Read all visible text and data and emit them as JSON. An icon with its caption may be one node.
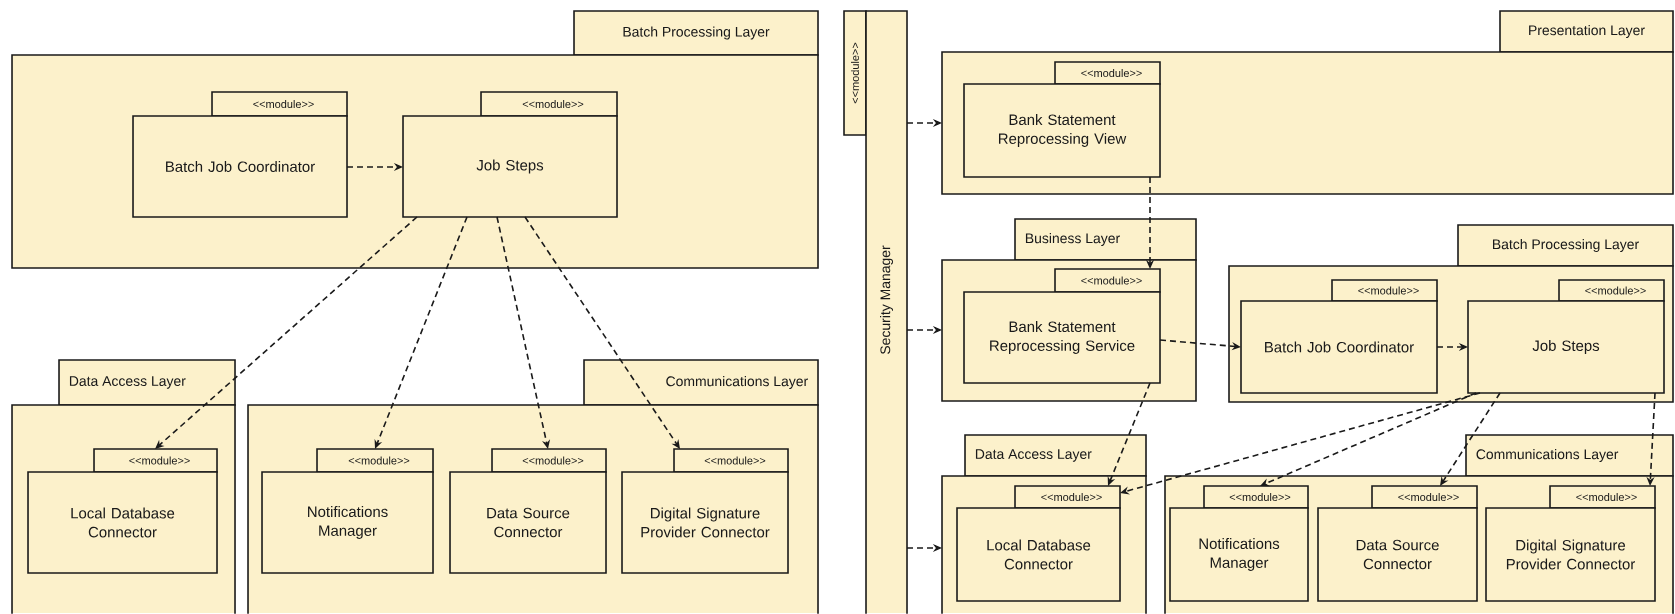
{
  "diagram": {
    "nodes": [
      {
        "text": [
          "Batch Processing Layer"
        ]
      },
      {
        "text": [
          "<<module>>",
          "Batch Job Coordinator"
        ],
        "in": 0
      },
      {
        "text": [
          "<<module>>",
          "Job Steps"
        ],
        "in": 0
      },
      {
        "text": [
          "Data Access Layer"
        ]
      },
      {
        "text": [
          "<<module>>",
          "Local Database Connector"
        ],
        "in": 3
      },
      {
        "text": [
          "Communications Layer"
        ]
      },
      {
        "text": [
          "<<module>>",
          "Notifications Manager"
        ],
        "in": 5
      },
      {
        "text": [
          "<<module>>",
          "Data Source Connector"
        ],
        "in": 5
      },
      {
        "text": [
          "<<module>>",
          "Digital Signature Provider Connector"
        ],
        "in": 5
      },
      {
        "text": [
          "<<module>>",
          "Security Manager"
        ]
      },
      {
        "text": [
          "Presentation Layer"
        ]
      },
      {
        "text": [
          "<<module>>",
          "Bank Statement Reprocessing View"
        ],
        "in": 10
      },
      {
        "text": [
          "Business Layer"
        ]
      },
      {
        "text": [
          "<<module>>",
          "Bank Statement Reprocessing Service"
        ],
        "in": 12
      },
      {
        "text": [
          "Batch Processing Layer"
        ]
      },
      {
        "text": [
          "<<module>>",
          "Batch Job Coordinator"
        ],
        "in": 14
      },
      {
        "text": [
          "<<module>>",
          "Job Steps"
        ],
        "in": 14
      },
      {
        "text": [
          "Data Access Layer"
        ]
      },
      {
        "text": [
          "<<module>>",
          "Local Database Connector"
        ],
        "in": 17
      },
      {
        "text": [
          "Communications Layer"
        ]
      },
      {
        "text": [
          "<<module>>",
          "Notifications Manager"
        ],
        "in": 19
      },
      {
        "text": [
          "<<module>>",
          "Data Source Connector"
        ],
        "in": 19
      },
      {
        "text": [
          "<<module>>",
          "Digital Signature Provider Connector"
        ],
        "in": 19
      }
    ],
    "edges": [
      {
        "from": 1,
        "to": 2,
        "arrow": "to",
        "style": "dashed"
      },
      {
        "from": 2,
        "to": 4,
        "arrow": "to",
        "style": "dashed"
      },
      {
        "from": 2,
        "to": 6,
        "arrow": "to",
        "style": "dashed"
      },
      {
        "from": 2,
        "to": 7,
        "arrow": "to",
        "style": "dashed"
      },
      {
        "from": 2,
        "to": 8,
        "arrow": "to",
        "style": "dashed"
      },
      {
        "from": 9,
        "to": 10,
        "arrow": "to",
        "style": "dashed"
      },
      {
        "from": 9,
        "to": 12,
        "arrow": "to",
        "style": "dashed"
      },
      {
        "from": 9,
        "to": 17,
        "arrow": "to",
        "style": "dashed"
      },
      {
        "from": 11,
        "to": 13,
        "arrow": "to",
        "style": "dashed"
      },
      {
        "from": 13,
        "to": 15,
        "arrow": "to",
        "style": "dashed"
      },
      {
        "from": 15,
        "to": 16,
        "arrow": "to",
        "style": "dashed"
      },
      {
        "from": 13,
        "to": 18,
        "arrow": "to",
        "style": "dashed"
      },
      {
        "from": 16,
        "to": 18,
        "arrow": "to",
        "style": "dashed"
      },
      {
        "from": 16,
        "to": 20,
        "arrow": "to",
        "style": "dashed"
      },
      {
        "from": 16,
        "to": 21,
        "arrow": "to",
        "style": "dashed"
      },
      {
        "from": 16,
        "to": 22,
        "arrow": "to",
        "style": "dashed"
      }
    ]
  }
}
